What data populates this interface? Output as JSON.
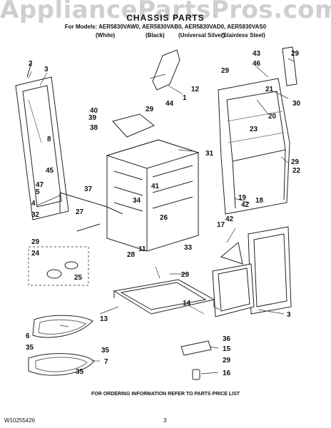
{
  "watermark": "AppliancePartsPros.com",
  "title": "CHASSIS PARTS",
  "models_line": "For Models: AER5830VAW0, AER5830VAB0, AER5830VAD0, AER5830VAS0",
  "colors": [
    "(White)",
    "(Black)",
    "(Universal Silver)",
    "(Stainless Steel)"
  ],
  "callouts": [
    "1",
    "2",
    "3",
    "4",
    "5",
    "6",
    "7",
    "8",
    "11",
    "12",
    "13",
    "14",
    "15",
    "16",
    "17",
    "18",
    "19",
    "20",
    "21",
    "22",
    "23",
    "24",
    "25",
    "26",
    "27",
    "28",
    "29",
    "30",
    "31",
    "32",
    "33",
    "34",
    "35",
    "36",
    "37",
    "38",
    "39",
    "40",
    "41",
    "42",
    "43",
    "44",
    "45",
    "46",
    "47"
  ],
  "footer": "FOR ORDERING INFORMATION REFER TO PARTS PRICE LIST",
  "doc_number": "W10255426",
  "page_number": "3"
}
